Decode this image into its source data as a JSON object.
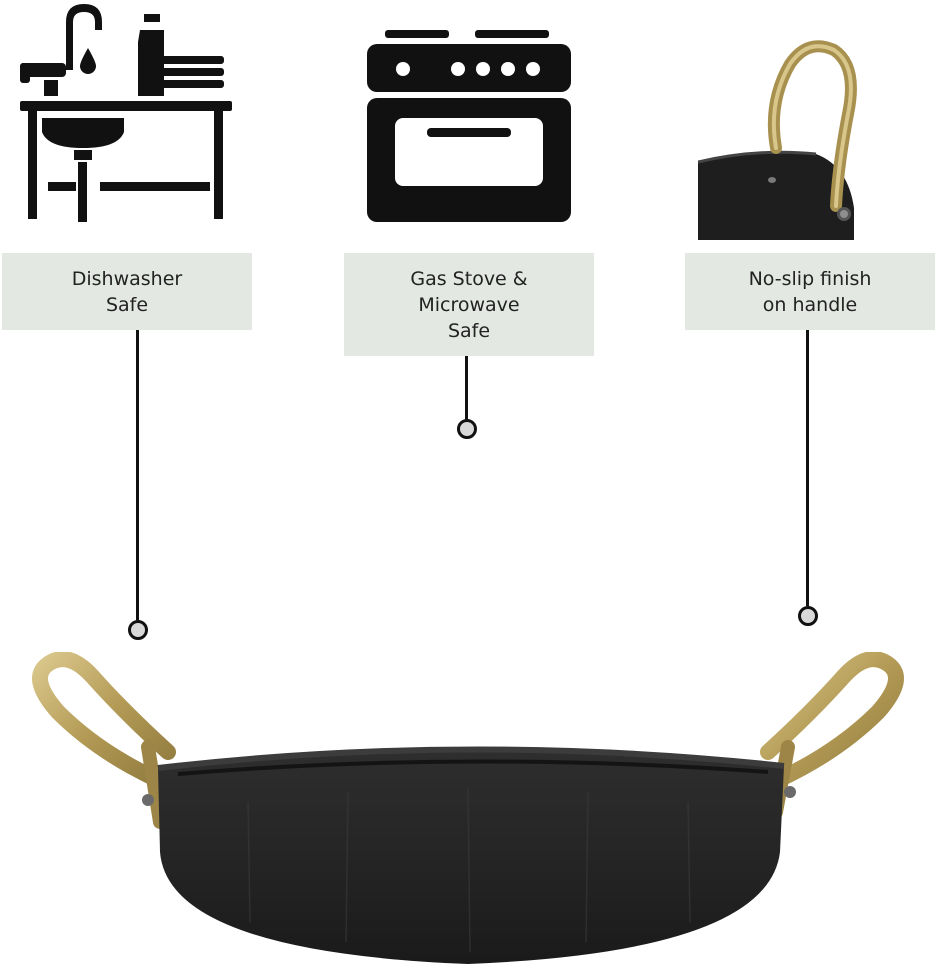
{
  "features": [
    {
      "id": "dishwasher",
      "icon": "sink-dishes-icon",
      "lines": [
        "Dishwasher",
        "Safe"
      ]
    },
    {
      "id": "gas-stove",
      "icon": "stove-oven-icon",
      "lines": [
        "Gas Stove &",
        "Microwave",
        "Safe"
      ]
    },
    {
      "id": "handle",
      "icon": "handle-closeup-photo",
      "lines": [
        "No-slip finish",
        "on handle"
      ]
    }
  ],
  "colors": {
    "label_bg": "#e4e8e3",
    "icon": "#111111",
    "dot_fill": "#d9d9d9",
    "pan_body": "#252525",
    "handle_brass": "#b9a262"
  }
}
